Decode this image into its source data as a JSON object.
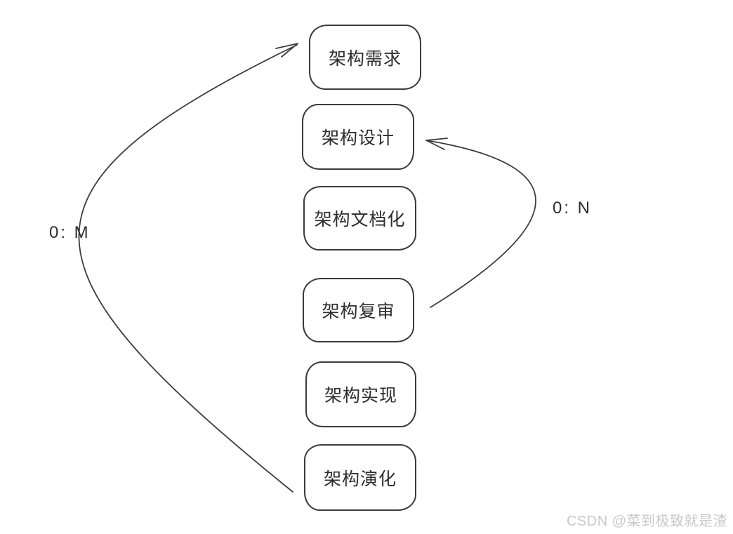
{
  "diagram": {
    "title": "architecture-lifecycle-flow",
    "nodes": [
      {
        "id": "requirements",
        "label": "架构需求"
      },
      {
        "id": "design",
        "label": "架构设计"
      },
      {
        "id": "documentation",
        "label": "架构文档化"
      },
      {
        "id": "review",
        "label": "架构复审"
      },
      {
        "id": "implementation",
        "label": "架构实现"
      },
      {
        "id": "evolution",
        "label": "架构演化"
      }
    ],
    "edges": [
      {
        "from": "架构演化",
        "to": "架构需求",
        "label": "0: M",
        "side": "left"
      },
      {
        "from": "架构复审",
        "to": "架构设计",
        "label": "0: N",
        "side": "right"
      }
    ]
  },
  "watermark": {
    "text": "CSDN @菜到极致就是渣"
  },
  "colors": {
    "background": "#ffffff",
    "stroke": "#3d3d3d",
    "node_border": "#3b3b3b",
    "text": "#2d2d2d",
    "watermark": "#c9c9c9"
  }
}
